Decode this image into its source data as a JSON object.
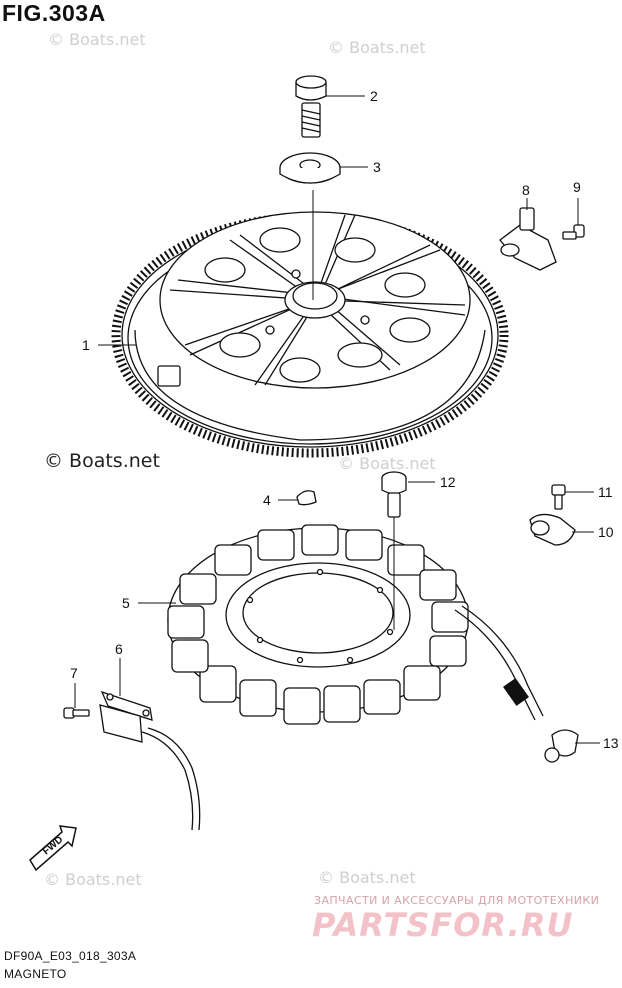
{
  "figure": {
    "title": "FIG.303A",
    "model_code": "DF90A_E03_018_303A",
    "group_name": "MAGNETO"
  },
  "watermarks": {
    "small": "© Boats.net",
    "large": "© Boats.net"
  },
  "fwd_label": "FWD",
  "shop_caption": "ЗАПЧАСТИ И АКСЕССУАРЫ ДЛЯ МОТОТЕХНИКИ",
  "shop_logo": "PARTSFOR.RU",
  "callouts": [
    {
      "id": "1",
      "name": "flywheel"
    },
    {
      "id": "2",
      "name": "flywheel-bolt"
    },
    {
      "id": "3",
      "name": "washer"
    },
    {
      "id": "4",
      "name": "key"
    },
    {
      "id": "5",
      "name": "stator"
    },
    {
      "id": "6",
      "name": "pulser-coil"
    },
    {
      "id": "7",
      "name": "screw"
    },
    {
      "id": "8",
      "name": "sensor"
    },
    {
      "id": "9",
      "name": "sensor-bolt"
    },
    {
      "id": "10",
      "name": "clamp"
    },
    {
      "id": "11",
      "name": "clamp-bolt"
    },
    {
      "id": "12",
      "name": "stator-bolt"
    },
    {
      "id": "13",
      "name": "harness-clamp"
    }
  ],
  "colors": {
    "line": "#111111",
    "watermark": "#cfcfcf",
    "logo": "#f3c1c8"
  }
}
